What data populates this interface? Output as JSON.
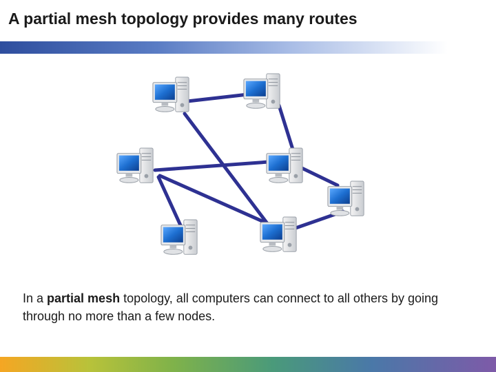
{
  "slide": {
    "title": "A partial mesh topology provides many routes"
  },
  "caption": {
    "prefix": "In a ",
    "bold": "partial mesh",
    "suffix": " topology, all computers can connect to all others by going through no more than a few nodes."
  },
  "colors": {
    "link": "#2e3192",
    "screen": "#1d6fd1",
    "title_bar": "#2e4e9e"
  },
  "diagram": {
    "nodes": [
      {
        "id": "pc-top-left",
        "icon": "computer-icon"
      },
      {
        "id": "pc-top-right",
        "icon": "computer-icon"
      },
      {
        "id": "pc-middle-left",
        "icon": "computer-icon"
      },
      {
        "id": "pc-center",
        "icon": "computer-icon"
      },
      {
        "id": "pc-right",
        "icon": "computer-icon"
      },
      {
        "id": "pc-bottom-left",
        "icon": "computer-icon"
      },
      {
        "id": "pc-bottom-center",
        "icon": "computer-icon"
      }
    ],
    "links": [
      [
        "pc-top-left",
        "pc-top-right"
      ],
      [
        "pc-top-right",
        "pc-center"
      ],
      [
        "pc-top-left",
        "pc-bottom-center"
      ],
      [
        "pc-middle-left",
        "pc-center"
      ],
      [
        "pc-middle-left",
        "pc-bottom-center"
      ],
      [
        "pc-middle-left",
        "pc-bottom-left"
      ],
      [
        "pc-center",
        "pc-right"
      ],
      [
        "pc-bottom-center",
        "pc-right"
      ]
    ]
  }
}
